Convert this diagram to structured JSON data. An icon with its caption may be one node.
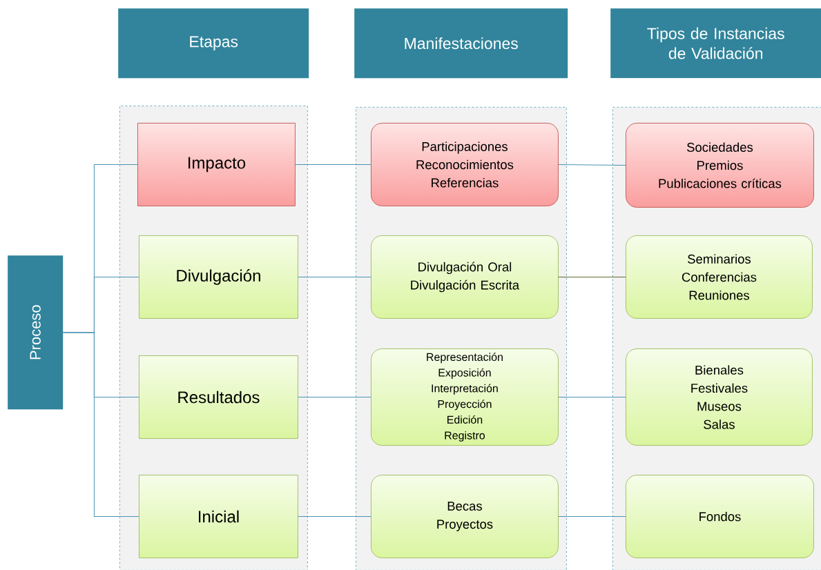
{
  "diagram": {
    "nodes": [
      {
        "text": [
          "Etapas"
        ]
      },
      {
        "text": [
          "Manifestaciones"
        ]
      },
      {
        "text": [
          "Tipos de Instancias de Validación"
        ]
      },
      {
        "text": [
          "Proceso"
        ]
      },
      {
        "text": [],
        "shape": "box"
      },
      {
        "text": [
          "Impacto"
        ],
        "in": 4
      },
      {
        "text": [
          "Divulgación"
        ],
        "in": 4
      },
      {
        "text": [
          "Resultados"
        ],
        "in": 4
      },
      {
        "text": [
          "Inicial"
        ],
        "in": 4
      },
      {
        "text": [],
        "shape": "box"
      },
      {
        "text": [
          "Participaciones",
          "Reconocimientos",
          "Referencias"
        ],
        "in": 9
      },
      {
        "text": [
          "Divulgación Oral",
          "Divulgación Escrita"
        ],
        "in": 9
      },
      {
        "text": [
          "Representación",
          "Exposición",
          "Interpretación",
          "Proyección",
          "Edición",
          "Registro"
        ],
        "in": 9
      },
      {
        "text": [
          "Becas",
          "Proyectos"
        ],
        "in": 9
      },
      {
        "text": [],
        "shape": "box"
      },
      {
        "text": [
          "Sociedades",
          "Premios",
          "Publicaciones críticas"
        ],
        "in": 14
      },
      {
        "text": [
          "Seminarios",
          "Conferencias",
          "Reuniones"
        ],
        "in": 14
      },
      {
        "text": [
          "Bienales",
          "Festivales",
          "Museos",
          "Salas"
        ],
        "in": 14
      },
      {
        "text": [
          "Fondos"
        ],
        "in": 14
      }
    ],
    "edges": [
      {
        "from": 3,
        "to": 5,
        "arrow": "none"
      },
      {
        "from": 3,
        "to": 6,
        "arrow": "none"
      },
      {
        "from": 3,
        "to": 7,
        "arrow": "none"
      },
      {
        "from": 3,
        "to": 8,
        "arrow": "none"
      },
      {
        "from": 5,
        "to": 10,
        "arrow": "none"
      },
      {
        "from": 6,
        "to": 11,
        "arrow": "none"
      },
      {
        "from": 7,
        "to": 12,
        "arrow": "none"
      },
      {
        "from": 8,
        "to": 13,
        "arrow": "none"
      },
      {
        "from": 10,
        "to": 15,
        "arrow": "none"
      },
      {
        "from": 11,
        "to": 16,
        "arrow": "none",
        "color": "#5f6b2f"
      },
      {
        "from": 12,
        "to": 17,
        "arrow": "none"
      },
      {
        "from": 13,
        "to": 18,
        "arrow": "none"
      }
    ]
  }
}
